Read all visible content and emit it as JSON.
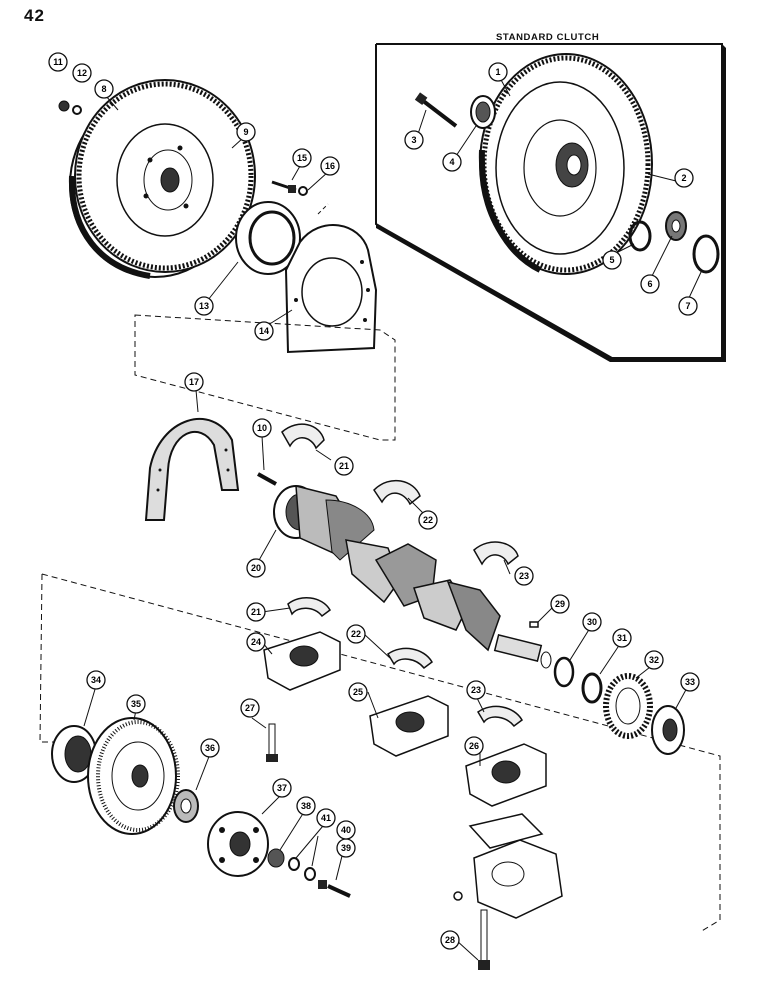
{
  "page": {
    "number": "42"
  },
  "clutch_box": {
    "title": "STANDARD CLUTCH"
  },
  "callouts": [
    {
      "id": "1",
      "label": "1"
    },
    {
      "id": "2",
      "label": "2"
    },
    {
      "id": "3",
      "label": "3"
    },
    {
      "id": "4",
      "label": "4"
    },
    {
      "id": "5",
      "label": "5"
    },
    {
      "id": "6",
      "label": "6"
    },
    {
      "id": "7",
      "label": "7"
    },
    {
      "id": "8",
      "label": "8"
    },
    {
      "id": "9",
      "label": "9"
    },
    {
      "id": "10",
      "label": "10"
    },
    {
      "id": "11",
      "label": "11"
    },
    {
      "id": "12",
      "label": "12"
    },
    {
      "id": "13",
      "label": "13"
    },
    {
      "id": "14",
      "label": "14"
    },
    {
      "id": "15",
      "label": "15"
    },
    {
      "id": "16",
      "label": "16"
    },
    {
      "id": "17",
      "label": "17"
    },
    {
      "id": "20",
      "label": "20"
    },
    {
      "id": "21a",
      "label": "21"
    },
    {
      "id": "21b",
      "label": "21"
    },
    {
      "id": "22a",
      "label": "22"
    },
    {
      "id": "22b",
      "label": "22"
    },
    {
      "id": "23a",
      "label": "23"
    },
    {
      "id": "23b",
      "label": "23"
    },
    {
      "id": "24",
      "label": "24"
    },
    {
      "id": "25",
      "label": "25"
    },
    {
      "id": "26",
      "label": "26"
    },
    {
      "id": "27",
      "label": "27"
    },
    {
      "id": "28",
      "label": "28"
    },
    {
      "id": "29",
      "label": "29"
    },
    {
      "id": "30",
      "label": "30"
    },
    {
      "id": "31",
      "label": "31"
    },
    {
      "id": "32",
      "label": "32"
    },
    {
      "id": "33",
      "label": "33"
    },
    {
      "id": "34",
      "label": "34"
    },
    {
      "id": "35",
      "label": "35"
    },
    {
      "id": "36",
      "label": "36"
    },
    {
      "id": "37",
      "label": "37"
    },
    {
      "id": "38",
      "label": "38"
    },
    {
      "id": "39",
      "label": "39"
    },
    {
      "id": "40",
      "label": "40"
    },
    {
      "id": "41",
      "label": "41"
    }
  ]
}
